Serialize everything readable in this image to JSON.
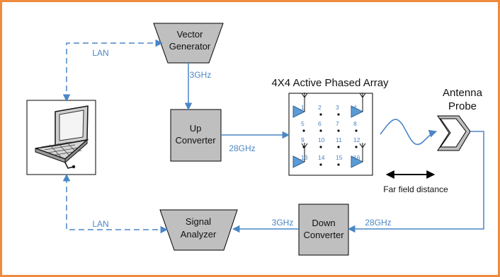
{
  "diagram": {
    "vector_generator": [
      "Vector",
      "Generator"
    ],
    "up_converter": [
      "Up",
      "Converter"
    ],
    "array_title": "4X4 Active Phased Array",
    "antenna_probe": [
      "Antenna",
      "Probe"
    ],
    "signal_analyzer": [
      "Signal",
      "Analyzer"
    ],
    "down_converter": [
      "Down",
      "Converter"
    ],
    "far_field": "Far field distance",
    "edges": {
      "lan_top": "LAN",
      "lan_bottom": "LAN",
      "vg_to_up": "3GHz",
      "up_to_array": "28GHz",
      "probe_to_down": "28GHz",
      "down_to_sa": "3GHz"
    },
    "array_elements": [
      "1",
      "2",
      "3",
      "4",
      "5",
      "6",
      "7",
      "8",
      "9",
      "10",
      "11",
      "12",
      "13",
      "14",
      "15",
      "16"
    ]
  },
  "colors": {
    "border": "#f08a3c",
    "block_fill": "#bfbfbf",
    "connector": "#4a86c5",
    "element_fill": "#5b9bd5"
  }
}
